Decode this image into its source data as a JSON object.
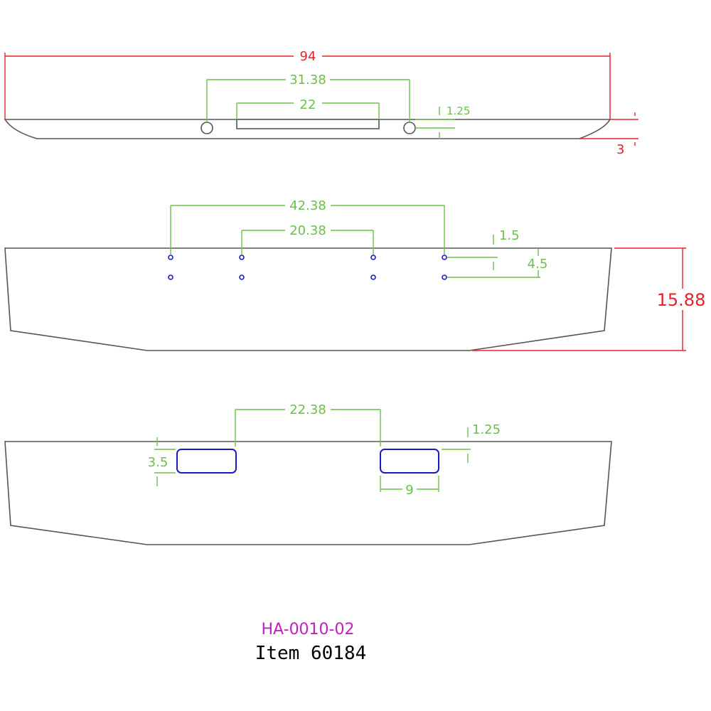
{
  "top_view": {
    "overall_length": "94",
    "hole_spacing": "31.38",
    "slot_width": "22",
    "hole_offset": "1.25",
    "end_thickness": "3"
  },
  "front_view": {
    "outer_hole_spacing": "42.38",
    "inner_hole_spacing": "20.38",
    "hole_top_offset": "1.5",
    "hole_row_spacing": "4.5",
    "height": "15.88"
  },
  "bottom_view": {
    "slot_spacing": "22.38",
    "slot_top_offset": "1.25",
    "slot_height": "3.5",
    "slot_width": "9"
  },
  "title_block": {
    "part_number": "HA-0010-02",
    "item": "Item 60184"
  },
  "colors": {
    "outline": "#555555",
    "dimension_green": "#6cc04a",
    "dimension_red": "#e8202a",
    "holes_blue": "#1a1acc",
    "part_number_magenta": "#c020c0"
  }
}
